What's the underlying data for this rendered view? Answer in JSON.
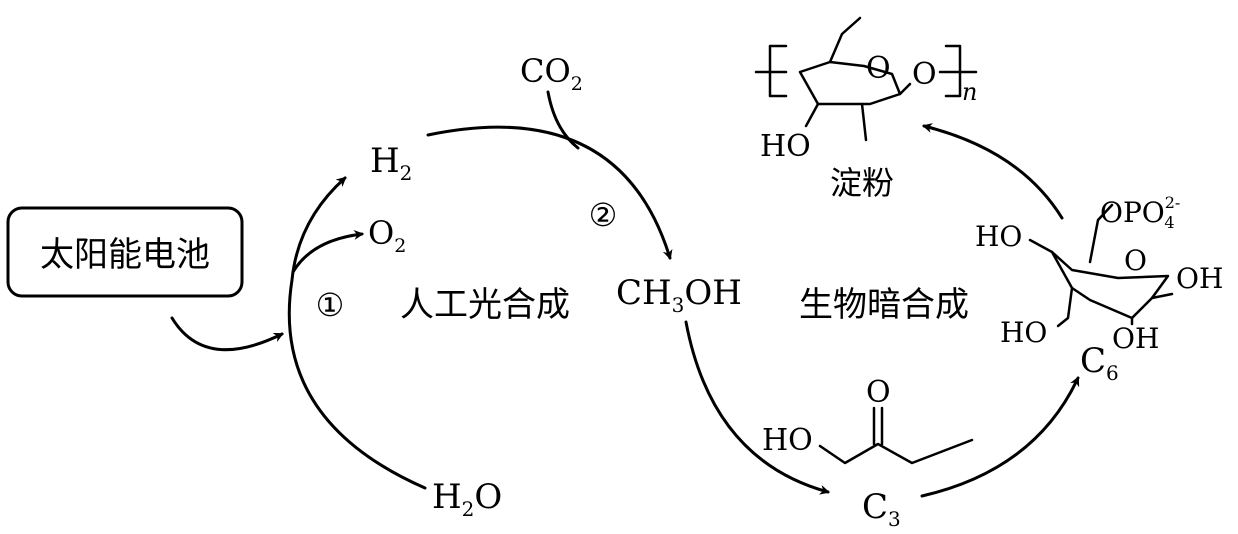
{
  "solar_cell": "太阳能电池",
  "steps": {
    "one": "①",
    "two": "②"
  },
  "artificial": "人工光合成",
  "biological": "生物暗合成",
  "species": {
    "h2": {
      "base": "H",
      "sub": "2"
    },
    "o2": {
      "base": "O",
      "sub": "2"
    },
    "co2": {
      "base": "CO",
      "sub": "2"
    },
    "h2o": {
      "base": "H",
      "sub": "2",
      "tail": "O"
    },
    "ch3oh": {
      "base": "CH",
      "sub": "3",
      "tail": "OH"
    },
    "c3": {
      "base": "C",
      "sub": "3"
    },
    "c6": {
      "base": "C",
      "sub": "6"
    }
  },
  "starch": {
    "name": "淀粉",
    "ho": "HO",
    "ring_o": "O",
    "link_o": "O",
    "n": "n"
  },
  "c3_struct": {
    "ho": "HO",
    "o": "O"
  },
  "c6_struct": {
    "ho_left_top": "HO",
    "ho_left_bottom": "HO",
    "ring_o": "O",
    "oh_right": "OH",
    "oh_bottom": "OH",
    "phosphate": {
      "base": "OPO",
      "sub": "4",
      "sup": "2-"
    }
  }
}
